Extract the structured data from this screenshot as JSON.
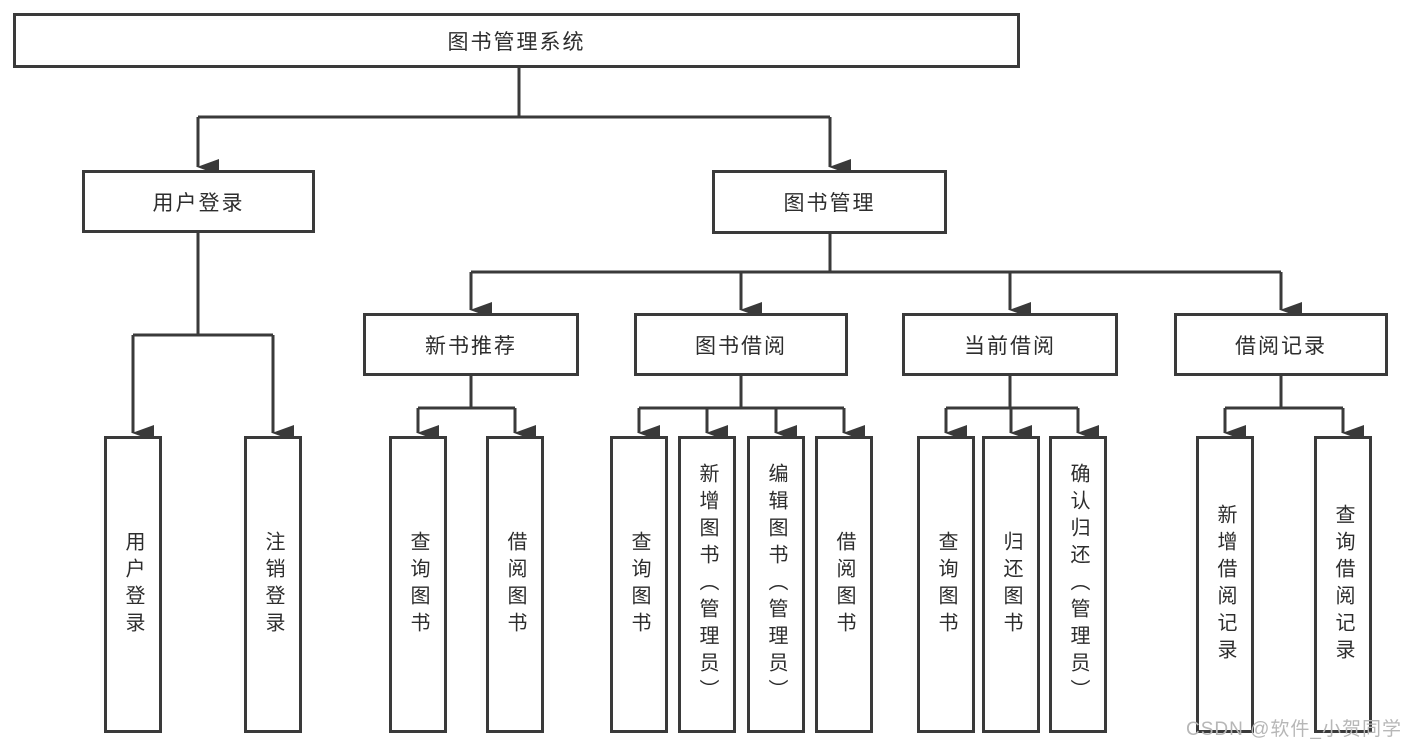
{
  "colors": {
    "line": "#3a3a3a",
    "text": "#2d2d2d",
    "watermark": "#b7b7b7",
    "background": "#ffffff"
  },
  "diagram": {
    "root": {
      "label": "图书管理系统"
    },
    "branches": [
      {
        "label": "用户登录",
        "children": [
          {
            "label": "用户登录"
          },
          {
            "label": "注销登录"
          }
        ]
      },
      {
        "label": "图书管理",
        "groups": [
          {
            "label": "新书推荐",
            "children": [
              {
                "label": "查询图书"
              },
              {
                "label": "借阅图书"
              }
            ]
          },
          {
            "label": "图书借阅",
            "children": [
              {
                "label": "查询图书"
              },
              {
                "label": "新增图书（管理员）"
              },
              {
                "label": "编辑图书（管理员）"
              },
              {
                "label": "借阅图书"
              }
            ]
          },
          {
            "label": "当前借阅",
            "children": [
              {
                "label": "查询图书"
              },
              {
                "label": "归还图书"
              },
              {
                "label": "确认归还（管理员）"
              }
            ]
          },
          {
            "label": "借阅记录",
            "children": [
              {
                "label": "新增借阅记录"
              },
              {
                "label": "查询借阅记录"
              }
            ]
          }
        ]
      }
    ]
  },
  "watermark": {
    "text": "CSDN @软件_小贺同学"
  }
}
